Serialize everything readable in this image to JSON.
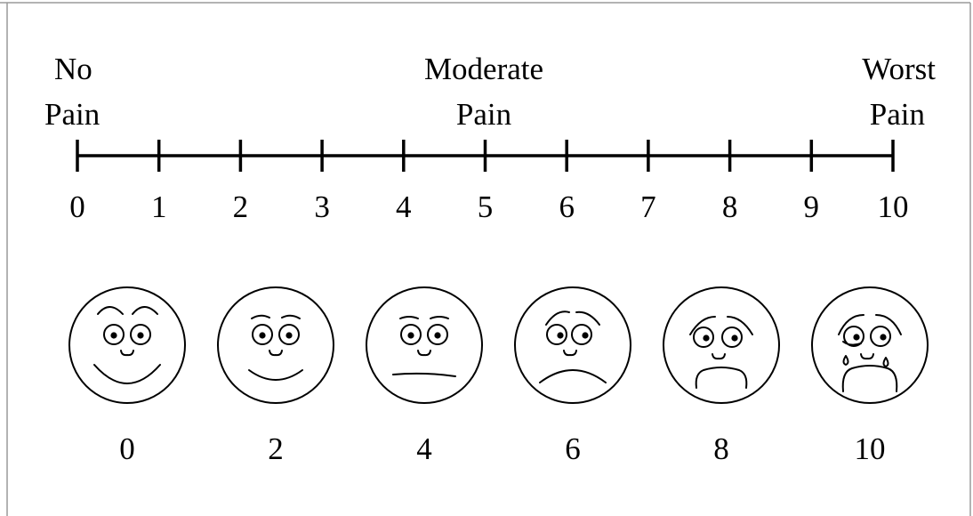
{
  "scale": {
    "min": 0,
    "max": 10,
    "ticks": [
      "0",
      "1",
      "2",
      "3",
      "4",
      "5",
      "6",
      "7",
      "8",
      "9",
      "10"
    ],
    "anchors": [
      {
        "value": 0,
        "lines": [
          "No",
          "Pain"
        ]
      },
      {
        "value": 5,
        "lines": [
          "Moderate",
          "Pain"
        ]
      },
      {
        "value": 10,
        "lines": [
          "Worst",
          "Pain"
        ]
      }
    ]
  },
  "faces": [
    {
      "value": 0,
      "label": "0",
      "expression": "very-happy"
    },
    {
      "value": 2,
      "label": "2",
      "expression": "happy"
    },
    {
      "value": 4,
      "label": "4",
      "expression": "neutral"
    },
    {
      "value": 6,
      "label": "6",
      "expression": "sad"
    },
    {
      "value": 8,
      "label": "8",
      "expression": "very-sad"
    },
    {
      "value": 10,
      "label": "10",
      "expression": "crying"
    }
  ],
  "colors": {
    "ink": "#000000",
    "background": "#ffffff",
    "frame": "#9a9a9a"
  }
}
